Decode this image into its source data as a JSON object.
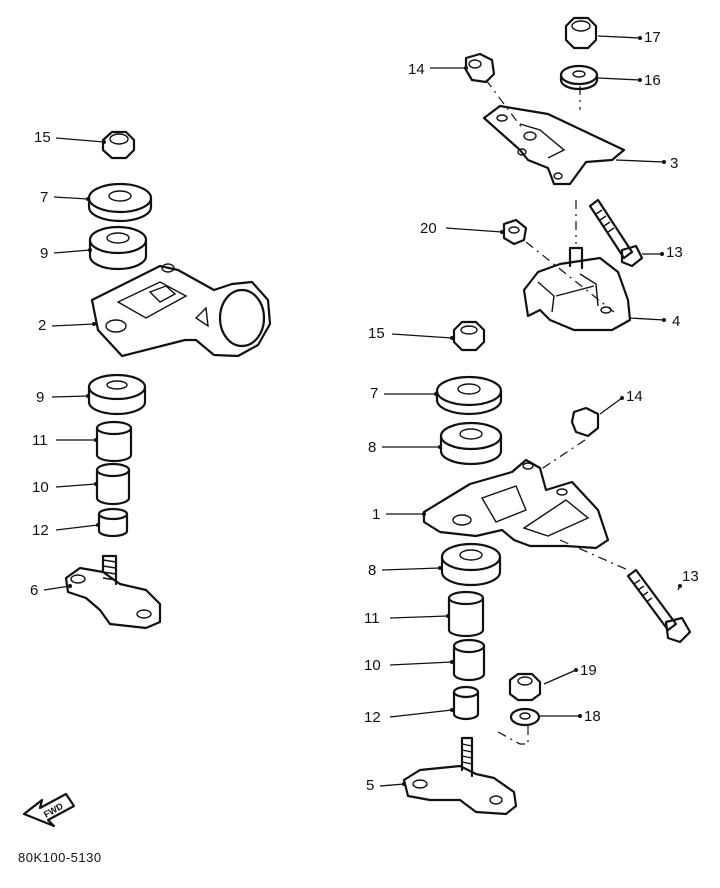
{
  "diagram_code": "80K100-5130",
  "fwd_label": "FWD",
  "callouts": [
    {
      "id": "c15a",
      "text": "15"
    },
    {
      "id": "c7a",
      "text": "7"
    },
    {
      "id": "c9a",
      "text": "9"
    },
    {
      "id": "c2",
      "text": "2"
    },
    {
      "id": "c9b",
      "text": "9"
    },
    {
      "id": "c11a",
      "text": "11"
    },
    {
      "id": "c10a",
      "text": "10"
    },
    {
      "id": "c12a",
      "text": "12"
    },
    {
      "id": "c6",
      "text": "6"
    },
    {
      "id": "c14a",
      "text": "14"
    },
    {
      "id": "c17",
      "text": "17"
    },
    {
      "id": "c16",
      "text": "16"
    },
    {
      "id": "c3",
      "text": "3"
    },
    {
      "id": "c20",
      "text": "20"
    },
    {
      "id": "c13a",
      "text": "13"
    },
    {
      "id": "c4",
      "text": "4"
    },
    {
      "id": "c15b",
      "text": "15"
    },
    {
      "id": "c7b",
      "text": "7"
    },
    {
      "id": "c14b",
      "text": "14"
    },
    {
      "id": "c8a",
      "text": "8"
    },
    {
      "id": "c1",
      "text": "1"
    },
    {
      "id": "c8b",
      "text": "8"
    },
    {
      "id": "c13b",
      "text": "13"
    },
    {
      "id": "c11b",
      "text": "11"
    },
    {
      "id": "c10b",
      "text": "10"
    },
    {
      "id": "c19",
      "text": "19"
    },
    {
      "id": "c12b",
      "text": "12"
    },
    {
      "id": "c18",
      "text": "18"
    },
    {
      "id": "c5",
      "text": "5"
    }
  ]
}
